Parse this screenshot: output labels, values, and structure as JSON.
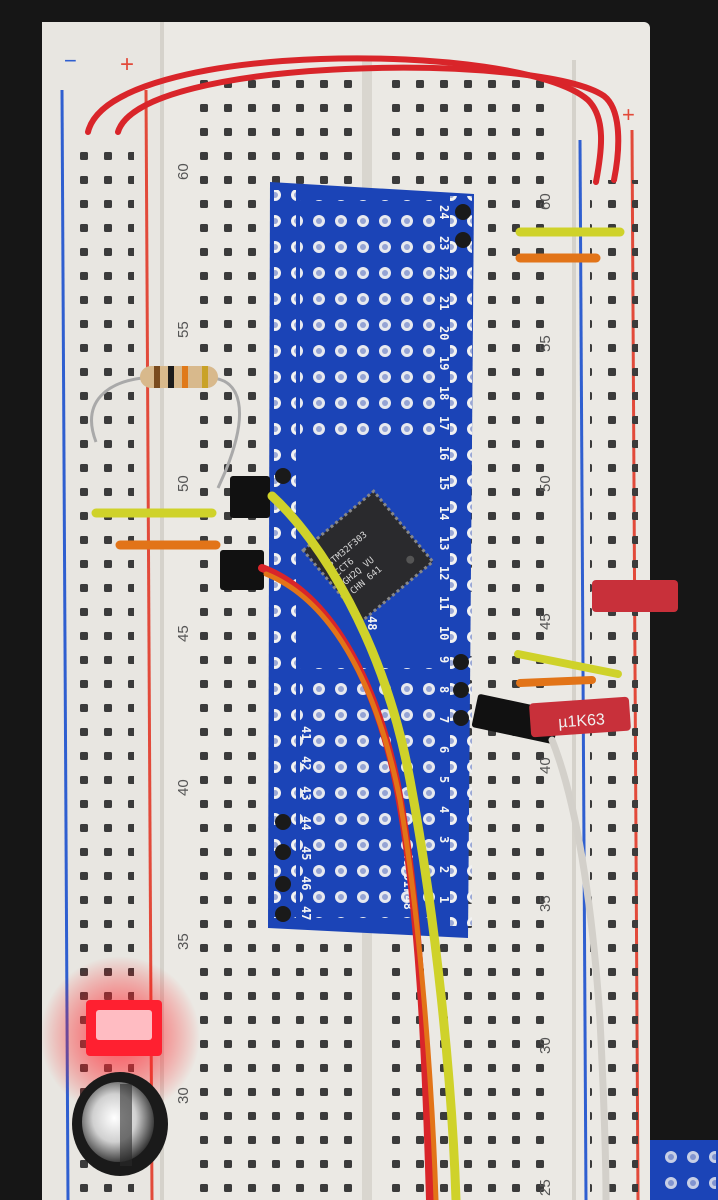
{
  "breadboard": {
    "rail_minus_symbol": "−",
    "rail_plus_symbol": "+",
    "left_rows": [
      "60",
      "55",
      "50",
      "45",
      "40",
      "35",
      "30"
    ],
    "right_rows": [
      "60",
      "55",
      "50",
      "45",
      "40",
      "35",
      "30",
      "25"
    ]
  },
  "pcb": {
    "chip_text": [
      "STM32F303",
      "CCT6",
      "GH2Q VU",
      "CHN 641"
    ],
    "board_label": "48/DIP48",
    "marker_48": "48",
    "right_pins": [
      "24",
      "23",
      "22",
      "21",
      "20",
      "19",
      "18",
      "17",
      "16",
      "15",
      "14",
      "13",
      "12",
      "11",
      "10",
      "9",
      "8",
      "7",
      "6",
      "5",
      "4",
      "3",
      "2",
      "1"
    ],
    "left_pins": [
      "41",
      "42",
      "43",
      "44",
      "45",
      "46",
      "47"
    ]
  },
  "capacitor": {
    "label": "µ1K63"
  },
  "colors": {
    "board": "#ebe9e4",
    "rail_red": "#e24a3a",
    "rail_blue": "#2f5fd0",
    "pcb_blue": "#1b44b7",
    "wire_red": "#d9252a",
    "wire_yellow": "#cfd22a",
    "wire_orange": "#e27418",
    "led": "#ff2030",
    "capacitor": "#c8303a"
  }
}
